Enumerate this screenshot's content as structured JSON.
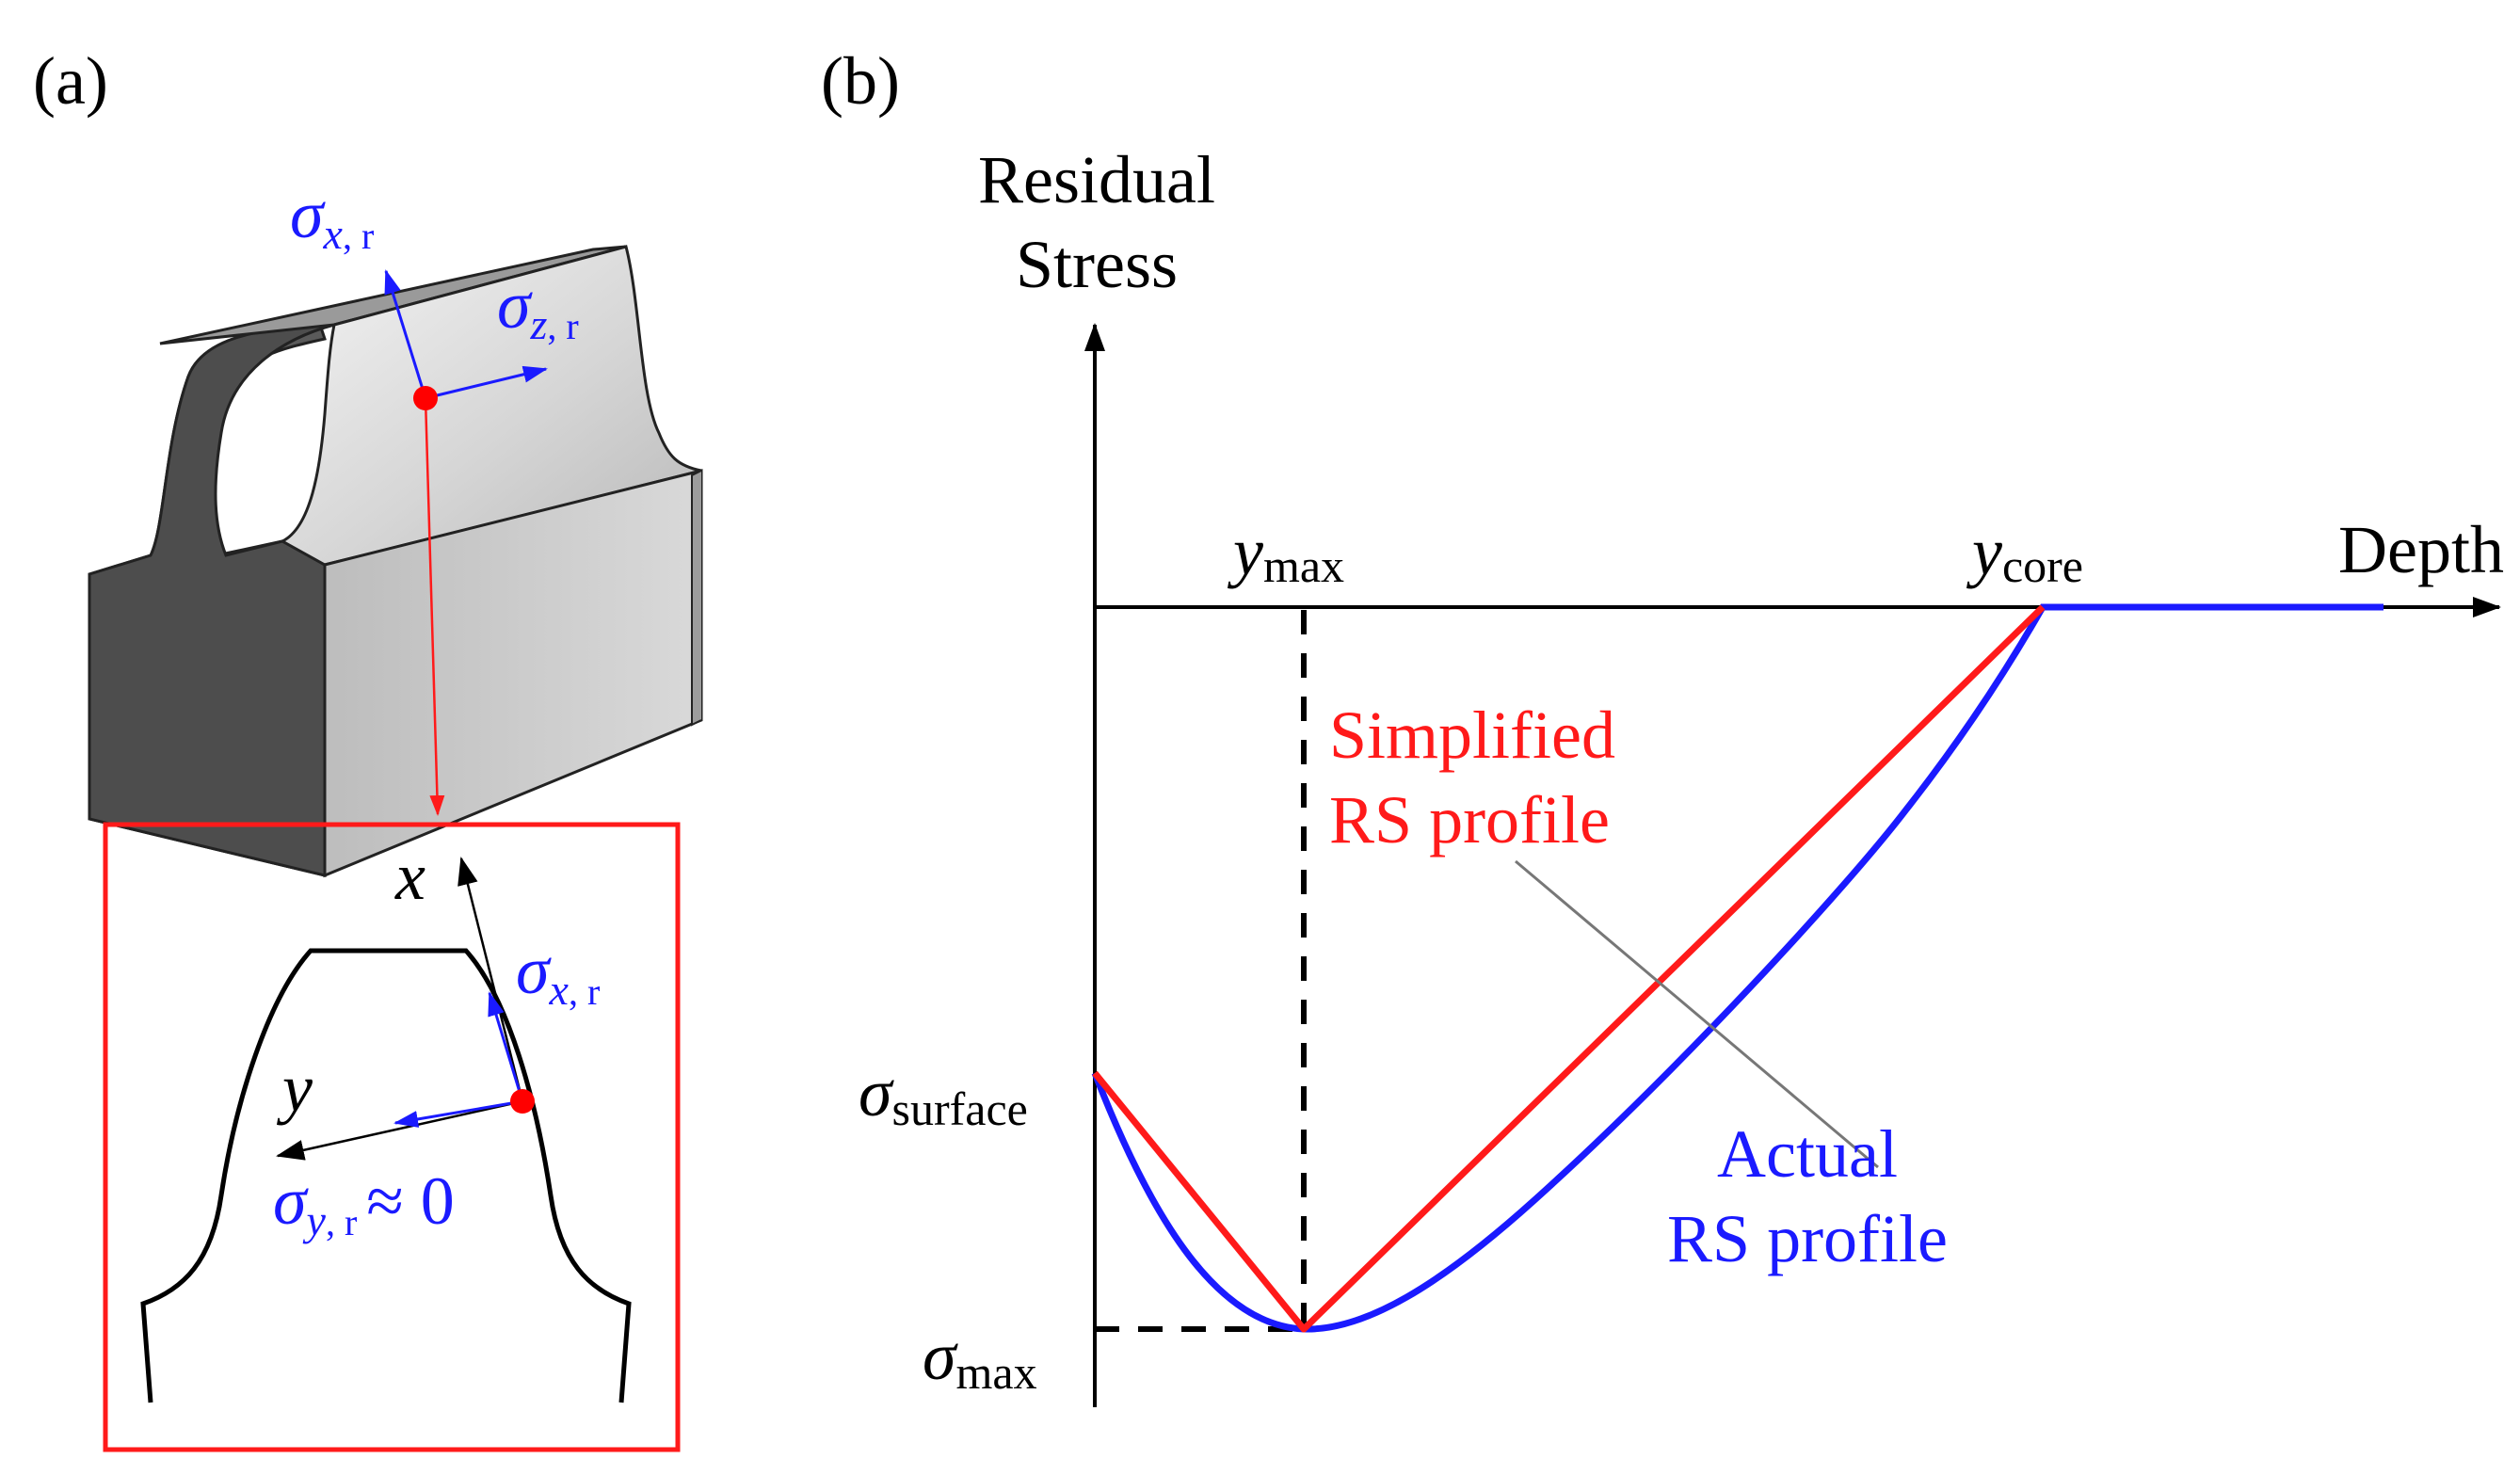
{
  "panels": {
    "a": {
      "label": "(a)",
      "gear": {
        "sigma_x": {
          "sym": "σ",
          "sub": "x",
          "sub2": ", r"
        },
        "sigma_z": {
          "sym": "σ",
          "sub": "z",
          "sub2": ", r"
        }
      },
      "inset": {
        "x_axis": "x",
        "y_axis": "y",
        "sigma_x": {
          "sym": "σ",
          "sub": "x",
          "sub2": ", r"
        },
        "sigma_y": {
          "sym": "σ",
          "sub": "y",
          "sub2": ", r",
          "rel": "≈ 0"
        }
      }
    },
    "b": {
      "label": "(b)",
      "y_axis_line1": "Residual",
      "y_axis_line2": "Stress",
      "x_axis_label": "Depth",
      "y_max": {
        "sym": "y",
        "sub": "max"
      },
      "y_core": {
        "sym": "y",
        "sub": "core"
      },
      "sigma_surface": {
        "sym": "σ",
        "sub": "surface"
      },
      "sigma_max": {
        "sym": "σ",
        "sub": "max"
      },
      "simplified_line1": "Simplified",
      "simplified_line2": "RS profile",
      "actual_line1": "Actual",
      "actual_line2": "RS profile"
    }
  },
  "colors": {
    "simplified": "#ff1a1a",
    "actual": "#1a1aff",
    "gear_dark": "#555555",
    "gear_light": "#c8c8c8",
    "inset_border": "#ff1a1a",
    "point": "#ff0000"
  }
}
